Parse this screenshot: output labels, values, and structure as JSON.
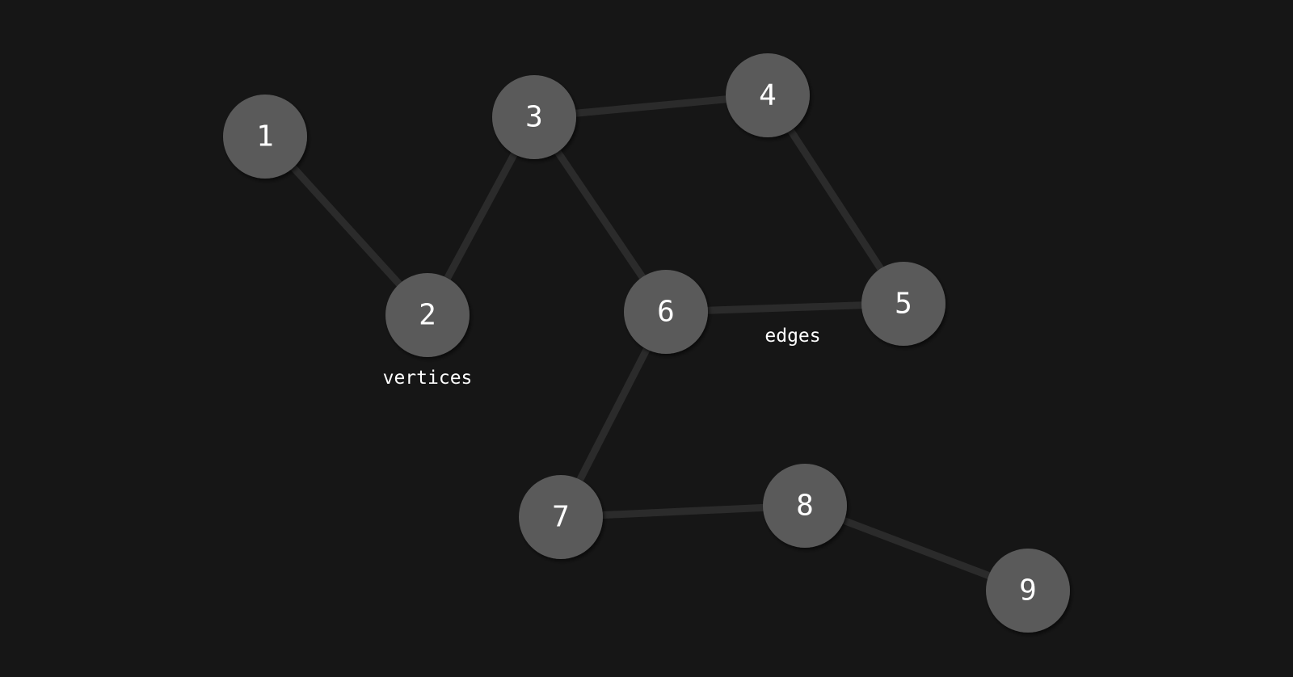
{
  "colors": {
    "background": "#161616",
    "node_fill": "#5a5a5a",
    "edge": "#2b2b2b",
    "text": "#ffffff"
  },
  "nodes": [
    {
      "id": "1",
      "label": "1"
    },
    {
      "id": "2",
      "label": "2"
    },
    {
      "id": "3",
      "label": "3"
    },
    {
      "id": "4",
      "label": "4"
    },
    {
      "id": "5",
      "label": "5"
    },
    {
      "id": "6",
      "label": "6"
    },
    {
      "id": "7",
      "label": "7"
    },
    {
      "id": "8",
      "label": "8"
    },
    {
      "id": "9",
      "label": "9"
    }
  ],
  "edges": [
    [
      "1",
      "2"
    ],
    [
      "2",
      "3"
    ],
    [
      "3",
      "4"
    ],
    [
      "3",
      "6"
    ],
    [
      "4",
      "5"
    ],
    [
      "5",
      "6"
    ],
    [
      "6",
      "7"
    ],
    [
      "7",
      "8"
    ],
    [
      "8",
      "9"
    ]
  ],
  "annotations": {
    "vertices_label": "vertices",
    "edges_label": "edges"
  }
}
